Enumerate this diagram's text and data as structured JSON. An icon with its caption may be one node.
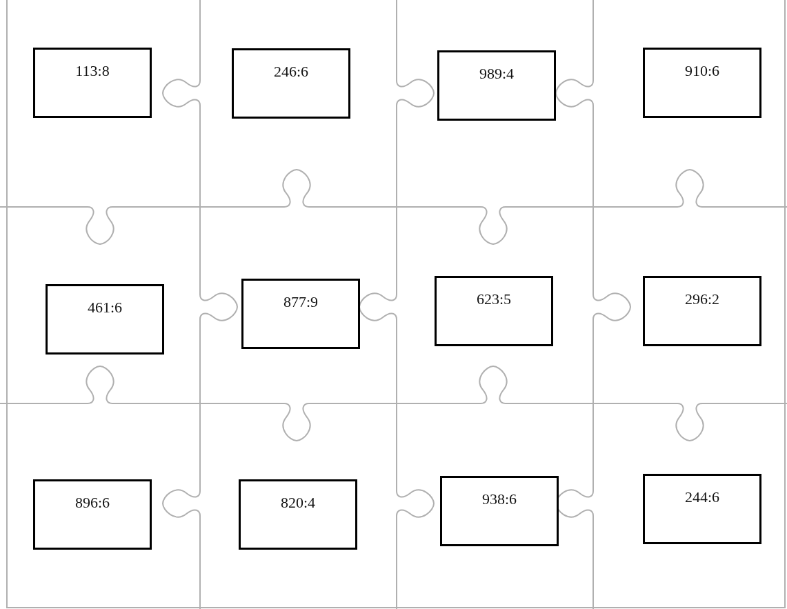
{
  "diagram": {
    "nodes": [
      {
        "text": [
          "113:8"
        ]
      },
      {
        "text": [
          "246:6"
        ]
      },
      {
        "text": [
          "989:4"
        ]
      },
      {
        "text": [
          "910:6"
        ]
      },
      {
        "text": [
          "461:6"
        ]
      },
      {
        "text": [
          "877:9"
        ]
      },
      {
        "text": [
          "623:5"
        ]
      },
      {
        "text": [
          "296:2"
        ]
      },
      {
        "text": [
          "896:6"
        ]
      },
      {
        "text": [
          "820:4"
        ]
      },
      {
        "text": [
          "938:6"
        ]
      },
      {
        "text": [
          "244:6"
        ]
      }
    ]
  }
}
